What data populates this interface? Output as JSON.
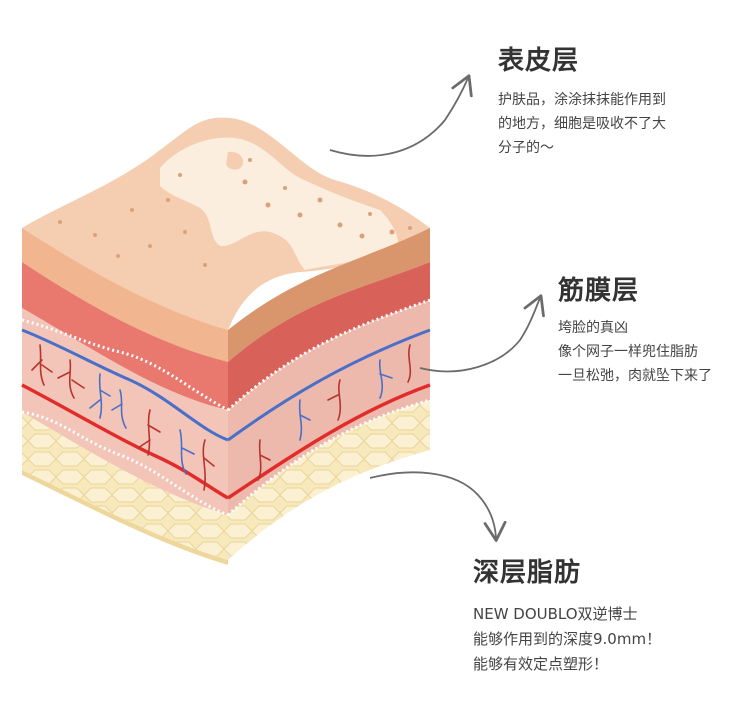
{
  "layers": [
    {
      "id": "epidermis",
      "title": "表皮层",
      "description": "护肤品，涂涂抹抹能作用到\n的地方，细胞是吸收不了大\n分子的～"
    },
    {
      "id": "fascia",
      "title": "筋膜层",
      "description": "垮脸的真凶\n像个网子一样兜住脂肪\n一旦松弛，肉就坠下来了"
    },
    {
      "id": "fat",
      "title": "深层脂肪",
      "description": "NEW DOUBLO双逆博士\n能够作用到的深度9.0mm！\n能够有效定点塑形！"
    }
  ],
  "colors": {
    "skin_top": "#F6D2B8",
    "skin_light": "#FBEFE2",
    "epidermis_front": "#F2B893",
    "dermis_red": "#E97B72",
    "fascia_pink": "#F3C7BC",
    "vein_blue": "#4A6FC9",
    "artery_red": "#E02D2B",
    "fat_yellow": "#F7E7B6",
    "arrow_gray": "#6B6B6B"
  }
}
